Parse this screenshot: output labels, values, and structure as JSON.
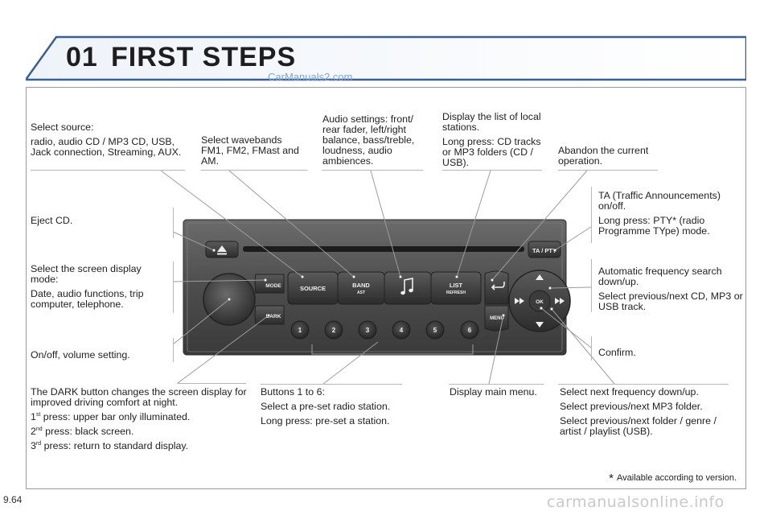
{
  "header": {
    "chapter_number": "01",
    "chapter_title": "FIRST STEPS",
    "watermark_top": "CarManuals2.com"
  },
  "labels": {
    "select_source": {
      "title": "Select source:",
      "body": "radio, audio CD / MP3 CD, USB, Jack connection, Streaming, AUX."
    },
    "select_wavebands": "Select wavebands FM1, FM2, FMast and AM.",
    "audio_settings": "Audio settings: front/ rear fader, left/right balance, bass/treble, loudness, audio ambiences.",
    "display_list": {
      "line1": "Display the list of local stations.",
      "line2": "Long press: CD tracks or MP3 folders (CD / USB)."
    },
    "abandon": "Abandon the current operation.",
    "ta": {
      "line1": "TA (Traffic Announcements) on/off.",
      "line2": "Long press: PTY* (radio Programme TYpe) mode."
    },
    "eject": "Eject CD.",
    "screen_mode": {
      "line1": "Select the screen display mode:",
      "line2": "Date, audio functions, trip computer, telephone."
    },
    "auto_search": {
      "line1": "Automatic frequency search down/up.",
      "line2": "Select previous/next CD, MP3 or USB track."
    },
    "onoff": "On/off, volume setting.",
    "confirm": "Confirm.",
    "dark": {
      "line1": "The DARK button changes the screen display for improved driving comfort at night.",
      "l2_num": "1",
      "l2_sup": "st",
      "l2_text": " press: upper bar only illuminated.",
      "l3_num": "2",
      "l3_sup": "nd",
      "l3_text": " press: black screen.",
      "l4_num": "3",
      "l4_sup": "rd",
      "l4_text": " press: return to standard display."
    },
    "buttons_1_6": {
      "line1": "Buttons 1 to 6:",
      "line2": "Select a pre-set radio station.",
      "line3": "Long press: pre-set a station."
    },
    "main_menu": "Display main menu.",
    "select_next": {
      "line1": "Select next frequency down/up.",
      "line2": "Select previous/next MP3 folder.",
      "line3": "Select previous/next folder / genre / artist / playlist (USB)."
    }
  },
  "radio": {
    "source": "SOURCE",
    "band": "BAND",
    "band_sub": "AST",
    "list": "LIST",
    "list_sub": "REFRESH",
    "mode": "MODE",
    "dark": "DARK",
    "menu": "MENU",
    "ok": "OK",
    "ta_pty": "TA / PTY",
    "presets": [
      "1",
      "2",
      "3",
      "4",
      "5",
      "6"
    ],
    "icons": [
      "eject-icon",
      "music-note-icon",
      "back-arrow-icon",
      "arrow-up-icon",
      "arrow-down-icon",
      "rewind-icon",
      "fast-forward-icon"
    ]
  },
  "footer": {
    "asterisk": "*",
    "note": "Available according to version.",
    "page_number": "9.64",
    "watermark": "carmanualsonline.info"
  }
}
